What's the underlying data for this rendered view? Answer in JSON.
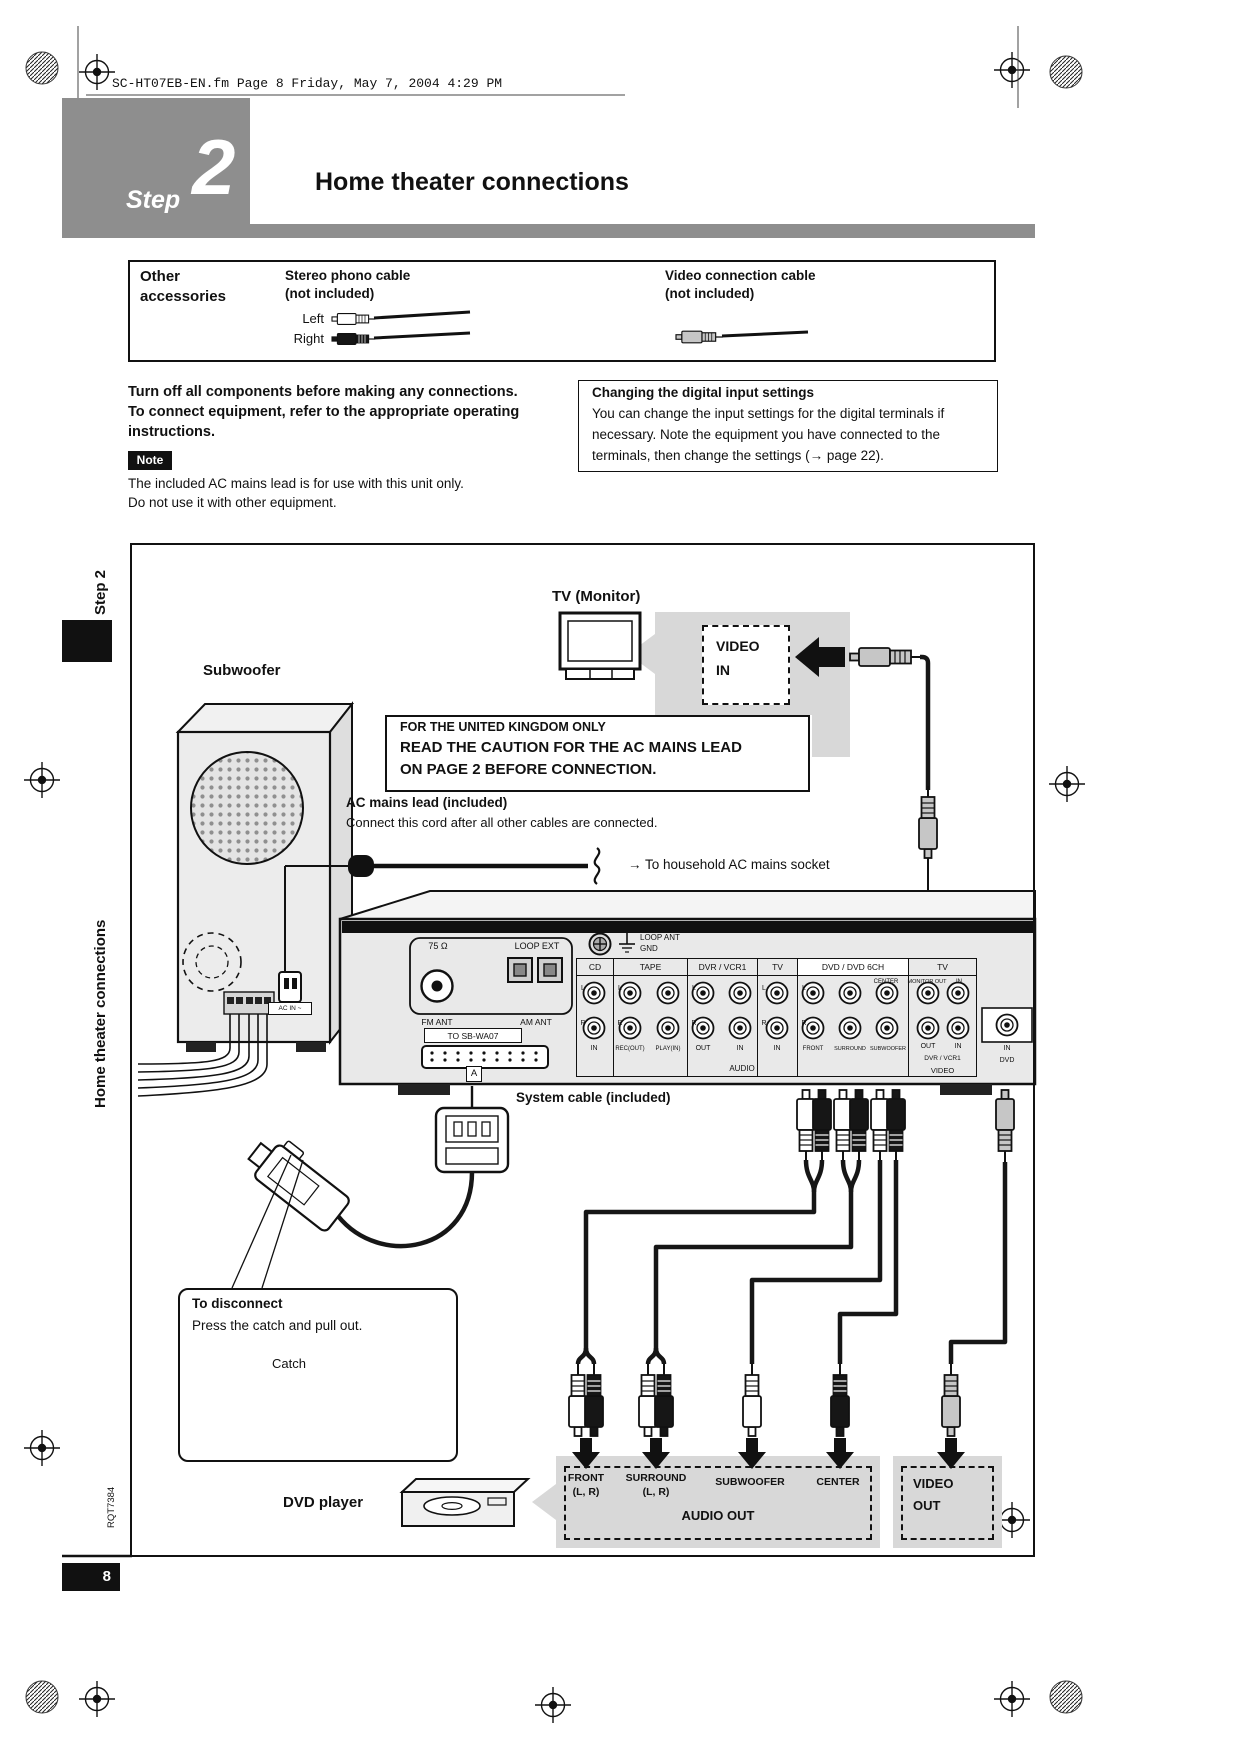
{
  "colors": {
    "banner_gray": "#8e8e8e",
    "callout_gray": "#d8d8d8",
    "panel_gray": "#e9e9e9"
  },
  "print_header": {
    "line": "SC-HT07EB-EN.fm  Page 8  Friday, May 7, 2004  4:29 PM"
  },
  "banner": {
    "step_word": "Step",
    "step_number": "2",
    "title": "Home theater connections"
  },
  "sidebar": {
    "step": "Step 2",
    "section": "Home theater connections",
    "doc_code": "RQT7384",
    "page_number": "8"
  },
  "accessories": {
    "heading_line1": "Other",
    "heading_line2": "accessories",
    "stereo_name": "Stereo phono cable",
    "stereo_note": "(not included)",
    "left_label": "Left",
    "right_label": "Right",
    "video_name": "Video connection cable",
    "video_note": "(not included)"
  },
  "precautions": {
    "line1": "Turn off all components before making any connections.",
    "line2": "To connect equipment, refer to the appropriate operating",
    "line3": "instructions.",
    "note_label": "Note",
    "note_line1": "The included AC mains lead is for use with this unit only.",
    "note_line2": "Do not use it with other equipment."
  },
  "digital_input": {
    "title": "Changing the digital input settings",
    "line1": "You can change the input settings for the digital terminals if",
    "line2": "necessary. Note the equipment you have connected to the",
    "line3": "terminals, then change the settings (→ page  22)."
  },
  "diagram": {
    "tv_label": "TV (Monitor)",
    "video_in_line1": "VIDEO",
    "video_in_line2": "IN",
    "subwoofer_label": "Subwoofer",
    "uk_line1": "FOR THE UNITED KINGDOM ONLY",
    "uk_line2": "READ THE CAUTION FOR THE AC MAINS LEAD",
    "uk_line3": "ON PAGE 2 BEFORE CONNECTION.",
    "ac_lead_title": "AC mains lead (included)",
    "ac_lead_body": "Connect this cord after all other cables are connected.",
    "ac_socket": "→ To household AC mains socket",
    "system_cable": "System cable (included)",
    "disconnect_title": "To disconnect",
    "disconnect_body": "Press the catch and pull out.",
    "catch_label": "Catch",
    "dvd_label": "DVD player",
    "ac_in_label": "AC IN ~"
  },
  "outputs": {
    "front": "FRONT",
    "front_lr": "(L, R)",
    "surround": "SURROUND",
    "surround_lr": "(L, R)",
    "subwoofer": "SUBWOOFER",
    "center": "CENTER",
    "audio_out": "AUDIO OUT",
    "video_out_line1": "VIDEO",
    "video_out_line2": "OUT"
  },
  "panel": {
    "ant_75": "75 Ω",
    "loop_ext": "LOOP EXT",
    "fm_ant": "FM ANT",
    "am_ant": "AM ANT",
    "loop_ant": "LOOP ANT",
    "gnd": "GND",
    "to_sb": "TO SB-WA07",
    "conn_a": "A",
    "col_cd": "CD",
    "col_tape": "TAPE",
    "col_dvr": "DVR / VCR1",
    "col_tv": "TV",
    "col_dvd6": "DVD / DVD 6CH",
    "col_tv2": "TV",
    "center": "CENTER",
    "monitor_out": "MONITOR OUT",
    "in_small": "IN",
    "l": "L",
    "r": "R",
    "lbl_in": "IN",
    "lbl_rec": "REC(OUT)",
    "lbl_play": "PLAY(IN)",
    "lbl_out": "OUT",
    "lbl_front": "FRONT",
    "lbl_surround": "SURROUND",
    "lbl_subwoofer": "SUBWOOFER",
    "lbl_dvr_vcr": "DVR / VCR1",
    "lbl_dvd": "DVD",
    "lbl_audio": "AUDIO",
    "lbl_video": "VIDEO"
  }
}
